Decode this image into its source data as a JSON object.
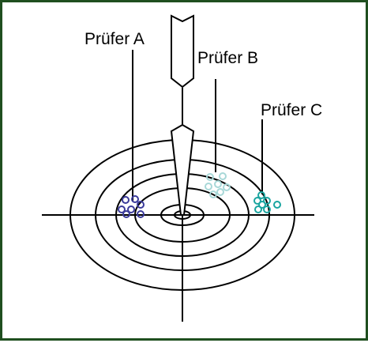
{
  "labels": {
    "a": "Prüfer A",
    "b": "Prüfer B",
    "c": "Prüfer C"
  },
  "colors": {
    "frame": "#1f4f1f",
    "ink": "#000000",
    "group_a": "#3a3a9a",
    "group_b": "#a8d8d8",
    "group_c": "#1aa5a0"
  }
}
